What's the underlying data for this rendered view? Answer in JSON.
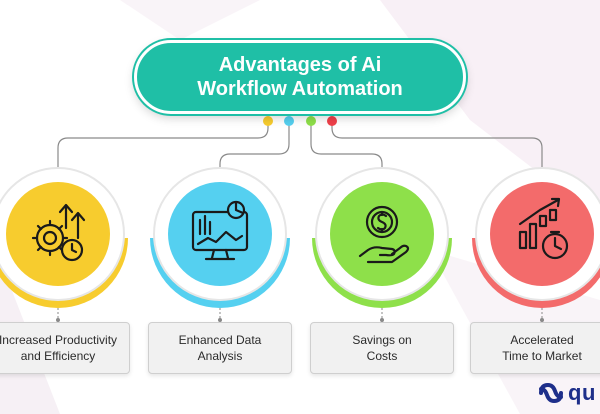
{
  "title": {
    "line1": "Advantages of Ai",
    "line2": "Workflow Automation"
  },
  "colors": {
    "teal": "#1fbfa6",
    "yellow": "#f7cc2e",
    "cyan": "#55d0f0",
    "green": "#8ee04a",
    "red": "#f36b6b"
  },
  "dots": [
    "#f7cc2e",
    "#55d0f0",
    "#8ee04a",
    "#f0404a"
  ],
  "benefits": [
    {
      "line1": "Increased Productivity",
      "line2": "and Efficiency",
      "icon": "gears-growth-clock-icon"
    },
    {
      "line1": "Enhanced Data",
      "line2": "Analysis",
      "icon": "monitor-analytics-icon"
    },
    {
      "line1": "Savings on",
      "line2": "Costs",
      "icon": "coin-hand-icon"
    },
    {
      "line1": "Accelerated",
      "line2": "Time to Market",
      "icon": "bar-chart-clock-icon"
    }
  ],
  "brand": {
    "name": "qu",
    "icon": "brand-logo-icon"
  }
}
